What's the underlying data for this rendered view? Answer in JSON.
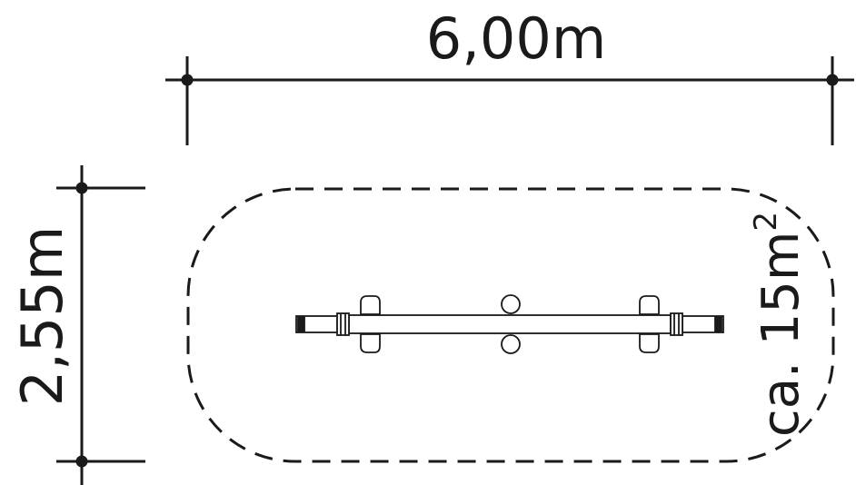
{
  "dimensions": {
    "width_label": "6,00m",
    "height_label": "2,55m"
  },
  "area": {
    "prefix": "ca. 15m",
    "superscript": "2"
  },
  "colors": {
    "line": "#1a1a1a",
    "background": "#ffffff"
  }
}
